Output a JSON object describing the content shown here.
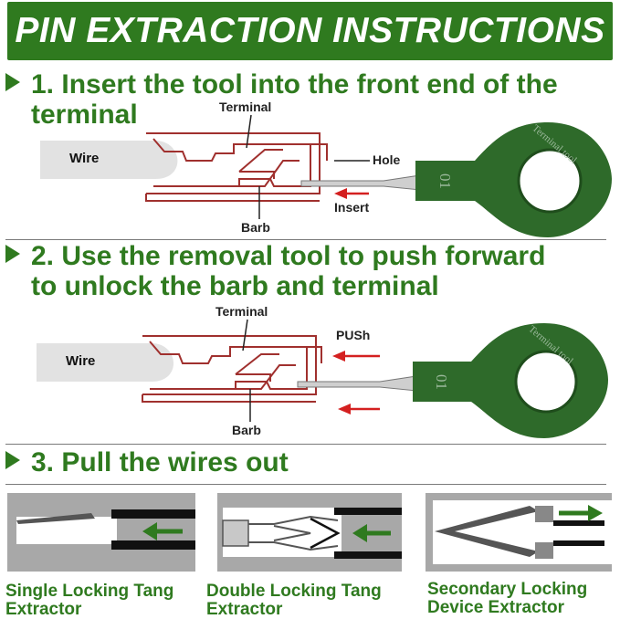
{
  "title": "PIN EXTRACTION INSTRUCTIONS",
  "colors": {
    "brand_green": "#2f7a1f",
    "tool_green": "#2e6a2a",
    "housing_red": "#a0302e",
    "arrow_red": "#d42020"
  },
  "steps": [
    {
      "line1": "1. Insert the tool into the front end of the",
      "line2": "terminal"
    },
    {
      "line1": "2. Use the removal tool to push forward",
      "line2": "to unlock the barb and terminal"
    },
    {
      "line1": "3. Pull the wires out"
    }
  ],
  "diagram1": {
    "terminal": "Terminal",
    "wire": "Wire",
    "hole": "Hole",
    "barb": "Barb",
    "action": "Insert",
    "tool_text": "Terminal tool",
    "tool_number": "01"
  },
  "diagram2": {
    "terminal": "Terminal",
    "wire": "Wire",
    "push": "PUSh",
    "barb": "Barb",
    "tool_text": "Terminal tool",
    "tool_number": "01"
  },
  "extractors": [
    {
      "line1": "Single Locking Tang",
      "line2": "Extractor"
    },
    {
      "line1": "Double Locking Tang",
      "line2": "Extractor"
    },
    {
      "line1": "Secondary Locking",
      "line2": "Device Extractor"
    }
  ]
}
